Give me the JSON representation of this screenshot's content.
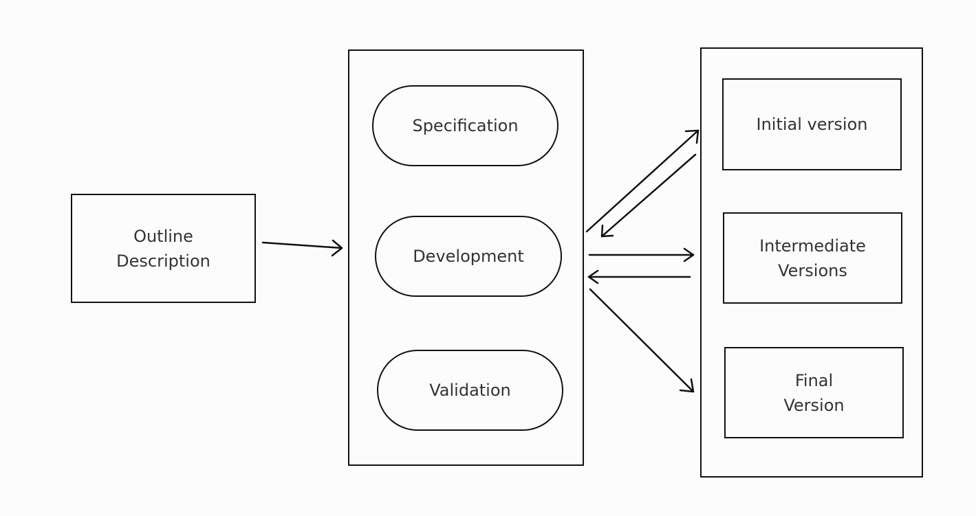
{
  "outline": {
    "line1": "Outline",
    "line2": "Description"
  },
  "activities": {
    "specification": "Specification",
    "development": "Development",
    "validation": "Validation"
  },
  "versions": {
    "initial": "Initial version",
    "intermediate_line1": "Intermediate",
    "intermediate_line2": "Versions",
    "final_line1": "Final",
    "final_line2": "Version"
  }
}
